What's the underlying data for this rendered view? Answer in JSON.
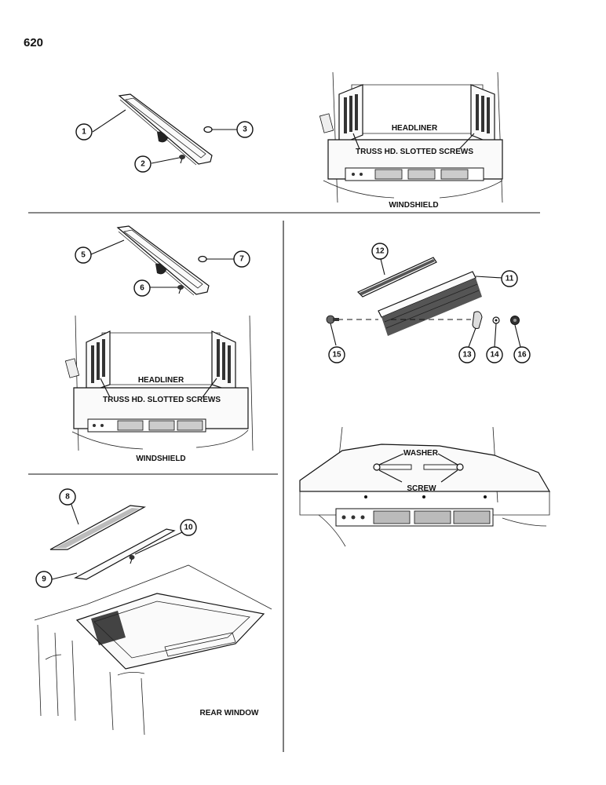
{
  "page_number": "620",
  "callouts": [
    "1",
    "2",
    "3",
    "5",
    "6",
    "7",
    "8",
    "9",
    "10",
    "11",
    "12",
    "13",
    "14",
    "15",
    "16"
  ],
  "labels": {
    "headliner_top": "HEADLINER",
    "screws_top": "TRUSS HD. SLOTTED SCREWS",
    "windshield_top": "WINDSHIELD",
    "headliner_mid": "HEADLINER",
    "screws_mid": "TRUSS HD. SLOTTED SCREWS",
    "windshield_mid": "WINDSHIELD",
    "washer": "WASHER",
    "screw": "SCREW",
    "rear_window": "REAR WINDOW"
  }
}
